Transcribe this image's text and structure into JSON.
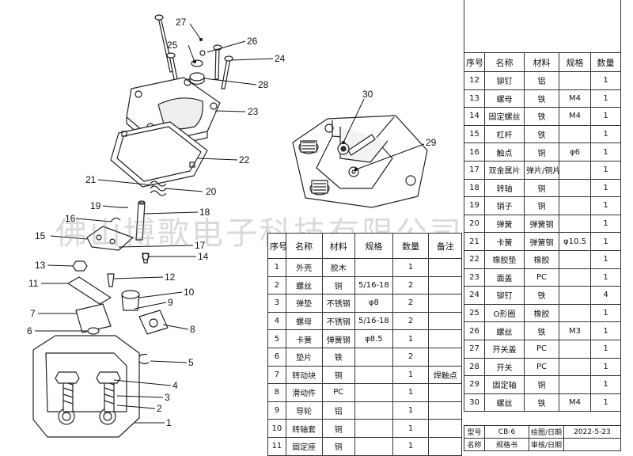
{
  "watermark": "佛山博歌电子科技有限公司",
  "callouts": [
    "1",
    "2",
    "3",
    "4",
    "5",
    "6",
    "7",
    "8",
    "9",
    "10",
    "11",
    "12",
    "13",
    "14",
    "15",
    "16",
    "17",
    "18",
    "19",
    "20",
    "21",
    "22",
    "23",
    "24",
    "25",
    "26",
    "27",
    "28",
    "29",
    "30"
  ],
  "bom_headers": {
    "no": "序号",
    "name": "名称",
    "material": "材料",
    "spec": "规格",
    "qty": "数量",
    "note": "备注"
  },
  "bom_left": [
    {
      "no": "1",
      "name": "外壳",
      "material": "胶木",
      "spec": "",
      "qty": "1",
      "note": ""
    },
    {
      "no": "2",
      "name": "螺丝",
      "material": "铜",
      "spec": "5/16-18",
      "qty": "2",
      "note": ""
    },
    {
      "no": "3",
      "name": "弹垫",
      "material": "不锈钢",
      "spec": "φ8",
      "qty": "2",
      "note": ""
    },
    {
      "no": "4",
      "name": "螺母",
      "material": "不锈钢",
      "spec": "5/16-18",
      "qty": "2",
      "note": ""
    },
    {
      "no": "5",
      "name": "卡簧",
      "material": "弹簧钢",
      "spec": "φ8.5",
      "qty": "1",
      "note": ""
    },
    {
      "no": "6",
      "name": "垫片",
      "material": "铁",
      "spec": "",
      "qty": "2",
      "note": ""
    },
    {
      "no": "7",
      "name": "转动块",
      "material": "铜",
      "spec": "",
      "qty": "1",
      "note": "焊触点"
    },
    {
      "no": "8",
      "name": "滑动件",
      "material": "PC",
      "spec": "",
      "qty": "1",
      "note": ""
    },
    {
      "no": "9",
      "name": "导轮",
      "material": "铝",
      "spec": "",
      "qty": "1",
      "note": ""
    },
    {
      "no": "10",
      "name": "转轴套",
      "material": "铜",
      "spec": "",
      "qty": "1",
      "note": ""
    },
    {
      "no": "11",
      "name": "固定座",
      "material": "铜",
      "spec": "",
      "qty": "1",
      "note": ""
    }
  ],
  "bom_right": [
    {
      "no": "12",
      "name": "铆钉",
      "material": "铝",
      "spec": "",
      "qty": "1"
    },
    {
      "no": "13",
      "name": "螺母",
      "material": "铁",
      "spec": "M4",
      "qty": "1"
    },
    {
      "no": "14",
      "name": "固定螺丝",
      "material": "铁",
      "spec": "M4",
      "qty": "1"
    },
    {
      "no": "15",
      "name": "杠杆",
      "material": "铁",
      "spec": "",
      "qty": "1"
    },
    {
      "no": "16",
      "name": "触点",
      "material": "铜",
      "spec": "φ6",
      "qty": "1"
    },
    {
      "no": "17",
      "name": "双金属片",
      "material": "弹片/铜片",
      "spec": "",
      "qty": "1"
    },
    {
      "no": "18",
      "name": "转轴",
      "material": "铜",
      "spec": "",
      "qty": "1"
    },
    {
      "no": "19",
      "name": "销子",
      "material": "铜",
      "spec": "",
      "qty": "1"
    },
    {
      "no": "20",
      "name": "弹簧",
      "material": "弹簧钢",
      "spec": "",
      "qty": "1"
    },
    {
      "no": "21",
      "name": "卡簧",
      "material": "弹簧钢",
      "spec": "φ10.5",
      "qty": "1"
    },
    {
      "no": "22",
      "name": "橡胶垫",
      "material": "橡胶",
      "spec": "",
      "qty": "1"
    },
    {
      "no": "23",
      "name": "面盖",
      "material": "PC",
      "spec": "",
      "qty": "1"
    },
    {
      "no": "24",
      "name": "铆钉",
      "material": "铁",
      "spec": "",
      "qty": "4"
    },
    {
      "no": "25",
      "name": "O形圈",
      "material": "橡胶",
      "spec": "",
      "qty": "1"
    },
    {
      "no": "26",
      "name": "螺丝",
      "material": "铁",
      "spec": "M3",
      "qty": "1"
    },
    {
      "no": "27",
      "name": "开关盖",
      "material": "PC",
      "spec": "",
      "qty": "1"
    },
    {
      "no": "28",
      "name": "开关",
      "material": "PC",
      "spec": "",
      "qty": "1"
    },
    {
      "no": "29",
      "name": "固定轴",
      "material": "铜",
      "spec": "",
      "qty": "1"
    },
    {
      "no": "30",
      "name": "螺丝",
      "material": "铁",
      "spec": "M4",
      "qty": "1"
    }
  ],
  "title_block": {
    "model_label": "型号",
    "model_value": "CB-6",
    "drawing_label": "绘图/日期",
    "drawing_value": "2022-5-23",
    "name_label": "名称",
    "name_value": "规格书",
    "review_label": "审核/日期",
    "review_value": ""
  }
}
